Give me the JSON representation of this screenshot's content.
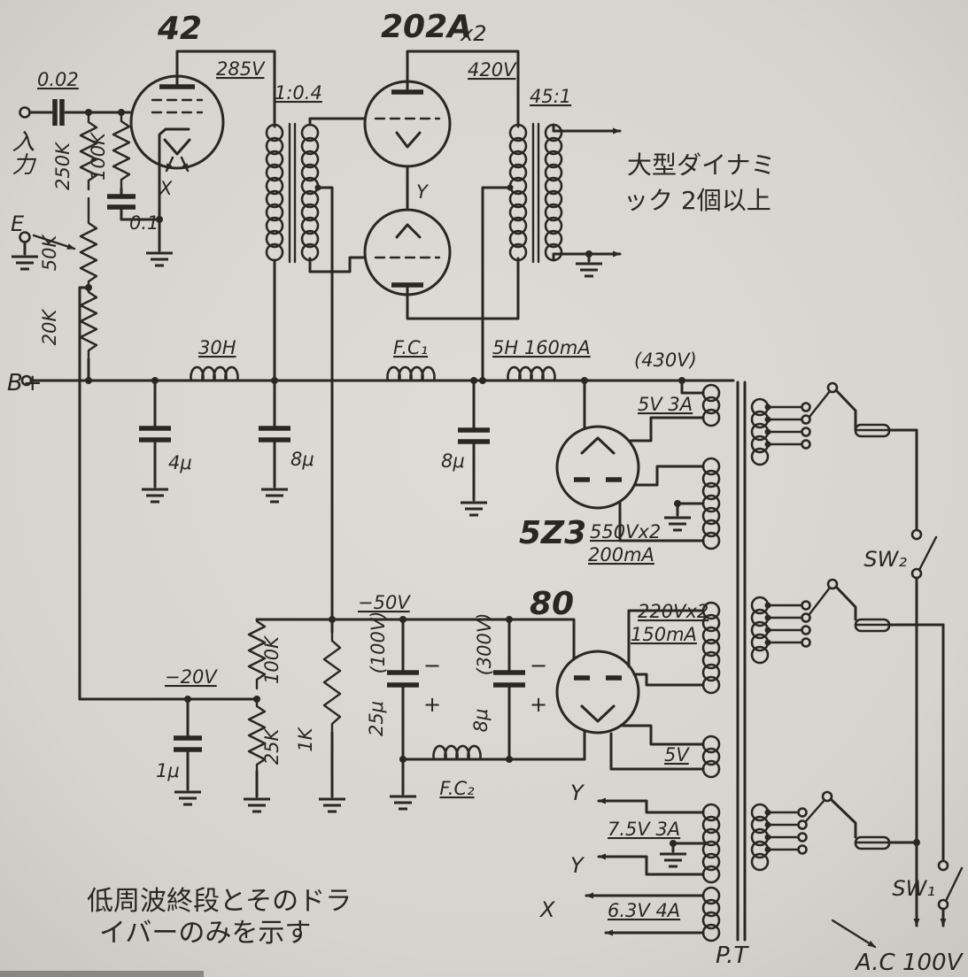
{
  "colors": {
    "paper": "#d8d6cf",
    "ink": "#2a2722"
  },
  "input_stage": {
    "input_label": "入力",
    "coupling_cap": "0.02",
    "grid_resistor": "250K",
    "resistor_100k": "100K",
    "cap_01": "0.1",
    "earth": "E",
    "pot_50k": "50K",
    "resistor_20k": "20K",
    "tube": "42",
    "plate_voltage": "285V",
    "filament_tap": "X"
  },
  "interstage": {
    "ratio": "1:0.4"
  },
  "output_stage": {
    "tube": "202A",
    "tube_mult": "x2",
    "plate_voltage": "420V",
    "filament_tap": "Y",
    "ratio": "45:1",
    "speaker_1": "大型ダイナミ",
    "speaker_2": "ック 2個以上"
  },
  "supply": {
    "b_plus": "B+",
    "choke_30h": "30H",
    "choke_fc1": "F.C₁",
    "choke_5h": "5H 160mA",
    "v_430": "(430V)",
    "cap_4u": "4μ",
    "cap_8u_a": "8μ",
    "cap_8u_b": "8μ",
    "w_5v3a": "5V 3A",
    "rect_tube": "5Z3",
    "w_550v": "550Vx2",
    "w_550v_ma": "200mA"
  },
  "bias": {
    "v_neg50": "−50V",
    "tube": "80",
    "w_220v": "220Vx2",
    "w_220v_ma": "150mA",
    "v_neg20": "−20V",
    "r_100k": "100K",
    "r_1k": "1K",
    "r_25k": "25K",
    "cap_25u": "25μ",
    "cap_25u_v": "(100V)",
    "cap_8u": "8μ",
    "cap_8u_v": "(300V)",
    "cap_1u": "1μ",
    "choke_fc2": "F.C₂",
    "w_5v": "5V",
    "minus": "−",
    "plus": "+"
  },
  "heaters": {
    "y1": "Y",
    "w_75v": "7.5V 3A",
    "y2": "Y",
    "x": "X",
    "w_63v": "6.3V 4A"
  },
  "mains": {
    "sw2": "SW₂",
    "sw1": "SW₁",
    "pt": "P.T",
    "ac": "A.C 100V"
  },
  "caption": {
    "line1": "低周波終段とそのドラ",
    "line2": "イバーのみを示す"
  }
}
